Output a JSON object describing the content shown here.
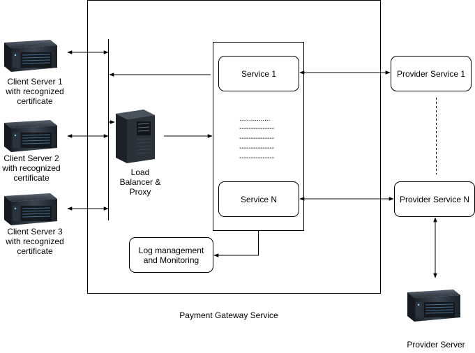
{
  "clients": [
    {
      "line1": "Client Server 1",
      "line2": "with recognized",
      "line3": "certificate"
    },
    {
      "line1": "Client Server 2",
      "line2": "with recognized",
      "line3": "certificate"
    },
    {
      "line1": "Client Server 3",
      "line2": "with recognized",
      "line3": "certificate"
    }
  ],
  "load_balancer": {
    "line1": "Load",
    "line2": "Balancer &",
    "line3": "Proxy"
  },
  "services": {
    "service1": "Service 1",
    "serviceN": "Service N",
    "ellipsis": [
      "................",
      "---------------",
      "---------------",
      "---------------",
      "---------------"
    ]
  },
  "log": {
    "line1": "Log management",
    "line2": "and Monitoring"
  },
  "providers": {
    "provider1": "Provider Service 1",
    "providerN": "Provider Service N",
    "server": "Provider Server"
  },
  "gateway_label": "Payment Gateway Service",
  "icons": {
    "client": "server-rack-icon",
    "balancer": "tower-server-icon",
    "provider": "server-rack-icon"
  }
}
